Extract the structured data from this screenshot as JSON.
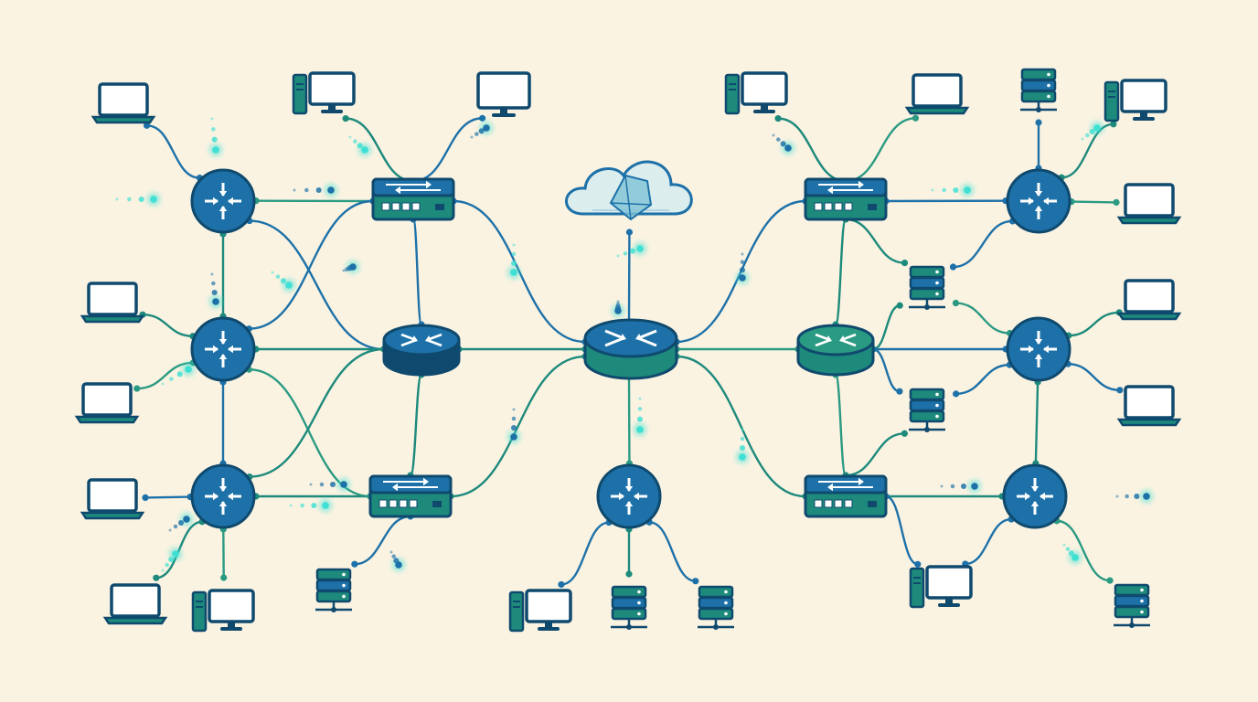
{
  "theme": {
    "background": "#fbf3e2",
    "navy": "#0f4a6e",
    "blue": "#1d71a8",
    "teal": "#1d8a7c",
    "green": "#2b9a82",
    "glow": "#3fe0d4",
    "cloud_fill": "#d8ecf0"
  },
  "icons": {
    "core": "core-router-icon",
    "router": "router-icon",
    "switch": "network-switch-icon",
    "laptop": "laptop-icon",
    "desktop": "desktop-computer-icon",
    "monitor": "monitor-icon",
    "server": "server-icon",
    "cloud": "cloud-icon"
  },
  "diagram": {
    "nodes": [
      {
        "id": "cloud",
        "kind": "cloud"
      },
      {
        "id": "core",
        "kind": "core"
      },
      {
        "id": "hub-left",
        "kind": "hub",
        "variant": "blue"
      },
      {
        "id": "hub-right",
        "kind": "hub",
        "variant": "teal"
      },
      {
        "id": "switch-top-left",
        "kind": "switch"
      },
      {
        "id": "switch-bottom-left",
        "kind": "switch"
      },
      {
        "id": "switch-top-right",
        "kind": "switch"
      },
      {
        "id": "switch-bottom-right",
        "kind": "switch"
      },
      {
        "id": "router-left-1",
        "kind": "router"
      },
      {
        "id": "router-left-2",
        "kind": "router"
      },
      {
        "id": "router-left-3",
        "kind": "router"
      },
      {
        "id": "router-center",
        "kind": "router"
      },
      {
        "id": "router-right-1",
        "kind": "router"
      },
      {
        "id": "router-right-2",
        "kind": "router"
      },
      {
        "id": "router-right-3",
        "kind": "router"
      },
      {
        "id": "laptop-l1",
        "kind": "laptop"
      },
      {
        "id": "laptop-l2",
        "kind": "laptop"
      },
      {
        "id": "laptop-l3",
        "kind": "laptop"
      },
      {
        "id": "laptop-l4",
        "kind": "laptop"
      },
      {
        "id": "laptop-l5",
        "kind": "laptop"
      },
      {
        "id": "desktop-top-left",
        "kind": "desktop"
      },
      {
        "id": "monitor-top-left",
        "kind": "monitor"
      },
      {
        "id": "desktop-bottom-left",
        "kind": "desktop"
      },
      {
        "id": "server-bottom-left",
        "kind": "server"
      },
      {
        "id": "desktop-center",
        "kind": "desktop"
      },
      {
        "id": "server-center-1",
        "kind": "server"
      },
      {
        "id": "server-center-2",
        "kind": "server"
      },
      {
        "id": "desktop-top-right",
        "kind": "desktop"
      },
      {
        "id": "laptop-top-right",
        "kind": "laptop"
      },
      {
        "id": "server-top-right",
        "kind": "server"
      },
      {
        "id": "desktop-far-right",
        "kind": "desktop"
      },
      {
        "id": "laptop-r1",
        "kind": "laptop"
      },
      {
        "id": "laptop-r2",
        "kind": "laptop"
      },
      {
        "id": "laptop-r3",
        "kind": "laptop"
      },
      {
        "id": "server-mid-right-1",
        "kind": "server"
      },
      {
        "id": "server-mid-right-2",
        "kind": "server"
      },
      {
        "id": "desktop-bottom-right",
        "kind": "desktop"
      },
      {
        "id": "server-bottom-right",
        "kind": "server"
      }
    ],
    "links": [
      [
        "core",
        "cloud"
      ],
      [
        "core",
        "hub-left"
      ],
      [
        "core",
        "hub-right"
      ],
      [
        "core",
        "switch-top-left"
      ],
      [
        "core",
        "switch-bottom-left"
      ],
      [
        "core",
        "switch-top-right"
      ],
      [
        "core",
        "switch-bottom-right"
      ],
      [
        "core",
        "router-center"
      ],
      [
        "hub-left",
        "switch-top-left"
      ],
      [
        "hub-left",
        "switch-bottom-left"
      ],
      [
        "hub-left",
        "router-left-1"
      ],
      [
        "hub-left",
        "router-left-2"
      ],
      [
        "switch-top-left",
        "router-left-1"
      ],
      [
        "switch-top-left",
        "router-left-2"
      ],
      [
        "switch-top-left",
        "desktop-top-left"
      ],
      [
        "switch-top-left",
        "monitor-top-left"
      ],
      [
        "switch-bottom-left",
        "router-left-3"
      ],
      [
        "switch-bottom-left",
        "router-left-2"
      ],
      [
        "switch-bottom-left",
        "server-bottom-left"
      ],
      [
        "router-left-1",
        "router-left-2"
      ],
      [
        "router-left-1",
        "laptop-l1"
      ],
      [
        "router-left-2",
        "laptop-l2"
      ],
      [
        "router-left-2",
        "laptop-l3"
      ],
      [
        "router-left-2",
        "router-left-3"
      ],
      [
        "router-left-3",
        "hub-left"
      ],
      [
        "router-left-3",
        "laptop-l4"
      ],
      [
        "router-left-3",
        "laptop-l5"
      ],
      [
        "router-left-3",
        "desktop-bottom-left"
      ],
      [
        "router-center",
        "desktop-center"
      ],
      [
        "router-center",
        "server-center-1"
      ],
      [
        "router-center",
        "server-center-2"
      ],
      [
        "hub-right",
        "switch-top-right"
      ],
      [
        "hub-right",
        "switch-bottom-right"
      ],
      [
        "hub-right",
        "router-right-2"
      ],
      [
        "hub-right",
        "server-mid-right-1"
      ],
      [
        "hub-right",
        "server-mid-right-2"
      ],
      [
        "switch-top-right",
        "desktop-top-right"
      ],
      [
        "switch-top-right",
        "laptop-top-right"
      ],
      [
        "switch-top-right",
        "router-right-1"
      ],
      [
        "switch-top-right",
        "server-mid-right-1"
      ],
      [
        "router-right-1",
        "server-top-right"
      ],
      [
        "router-right-1",
        "desktop-far-right"
      ],
      [
        "router-right-1",
        "laptop-r1"
      ],
      [
        "router-right-1",
        "server-mid-right-1"
      ],
      [
        "router-right-2",
        "laptop-r2"
      ],
      [
        "router-right-2",
        "laptop-r3"
      ],
      [
        "router-right-2",
        "router-right-3"
      ],
      [
        "router-right-2",
        "server-mid-right-1"
      ],
      [
        "router-right-2",
        "server-mid-right-2"
      ],
      [
        "switch-bottom-right",
        "router-right-3"
      ],
      [
        "switch-bottom-right",
        "desktop-bottom-right"
      ],
      [
        "switch-bottom-right",
        "server-mid-right-2"
      ],
      [
        "router-right-3",
        "server-bottom-right"
      ],
      [
        "router-right-3",
        "desktop-bottom-right"
      ]
    ]
  }
}
